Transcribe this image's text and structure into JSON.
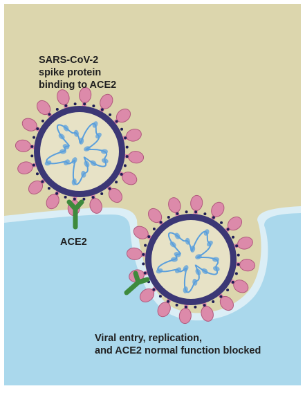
{
  "labels": {
    "spike_binding": [
      "SARS-CoV-2",
      "spike protein",
      "binding to ACE2"
    ],
    "receptor": "ACE2",
    "outcome": [
      "Viral entry, replication,",
      "and ACE2 normal function blocked"
    ]
  },
  "colors": {
    "background": "#dcd6ad",
    "cell": "#aad8ec",
    "membrane_edge": "#dbeef6",
    "virus_shell": "#3b3775",
    "virus_core": "#e7e2c6",
    "spike": "#dc8aaa",
    "spike_edge": "#b0587c",
    "rna": "#5a9fdc",
    "ace2": "#3e8a3c",
    "dots": "#1e1d55"
  }
}
